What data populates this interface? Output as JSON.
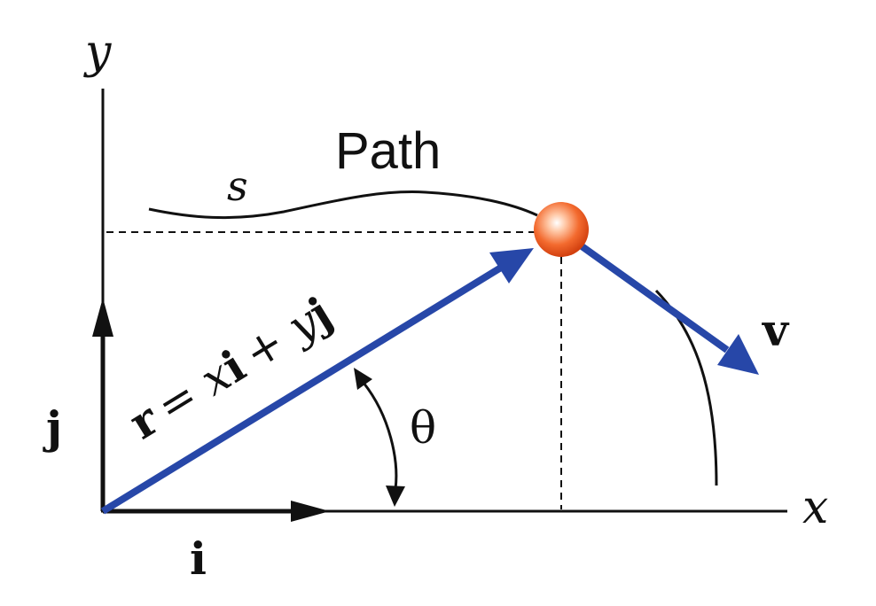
{
  "labels": {
    "y_axis": "y",
    "x_axis": "x",
    "path_title": "Path",
    "arc_length": "s",
    "velocity": "v",
    "unit_i": "i",
    "unit_j": "j",
    "angle": "θ",
    "position_r": "r",
    "position_eq": "= x",
    "position_i": "i",
    "position_plus": "+ y",
    "position_j": "j"
  },
  "colors": {
    "vector_blue": "#2747a8",
    "particle_orange": "#f25a1e",
    "ink": "#111111"
  }
}
